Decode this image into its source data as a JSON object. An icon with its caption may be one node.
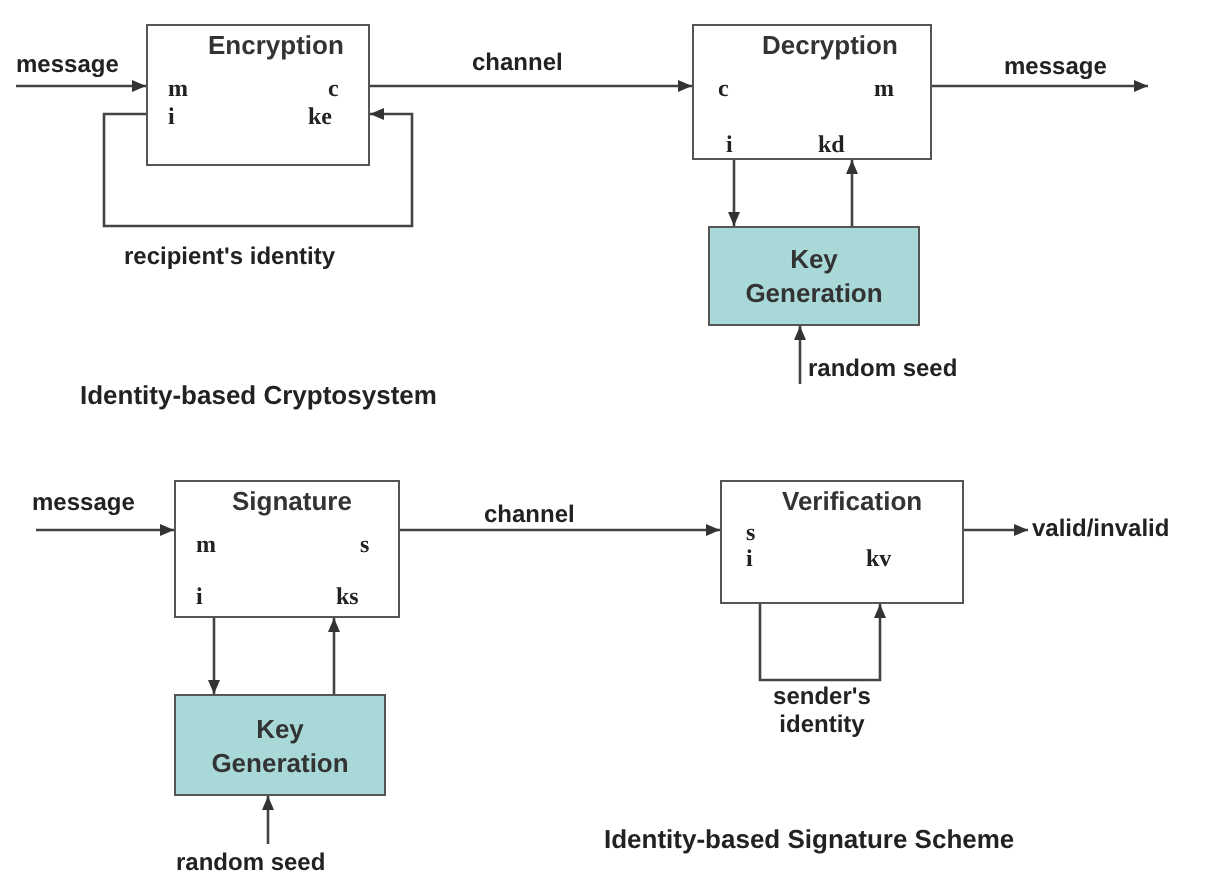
{
  "diagram": {
    "nodes": [
      {
        "text": [
          "Encryption",
          "m",
          "c",
          "i",
          "ke"
        ]
      },
      {
        "text": [
          "Decryption",
          "c",
          "m",
          "i",
          "kd"
        ]
      },
      {
        "text": [
          "Key Generation"
        ]
      },
      {
        "text": [
          "Signature",
          "m",
          "s",
          "i",
          "ks"
        ]
      },
      {
        "text": [
          "Verification",
          "s",
          "i",
          "kv"
        ]
      },
      {
        "text": [
          "Key Generation"
        ]
      }
    ],
    "edges": [
      {
        "from": null,
        "to": 0,
        "arrow": "to",
        "label": "message"
      },
      {
        "from": 0,
        "to": 0,
        "arrow": "to",
        "label": "recipient's identity"
      },
      {
        "from": 0,
        "to": 1,
        "arrow": "to",
        "label": "channel"
      },
      {
        "from": 1,
        "to": null,
        "arrow": "to",
        "label": "message"
      },
      {
        "from": 1,
        "to": 2,
        "arrow": "to"
      },
      {
        "from": 2,
        "to": 1,
        "arrow": "to"
      },
      {
        "from": null,
        "to": 2,
        "arrow": "to",
        "label": "random seed"
      },
      {
        "from": null,
        "to": 3,
        "arrow": "to",
        "label": "message"
      },
      {
        "from": 3,
        "to": 4,
        "arrow": "to",
        "label": "channel"
      },
      {
        "from": 4,
        "to": null,
        "arrow": "to",
        "label": "valid/invalid"
      },
      {
        "from": 4,
        "to": 4,
        "arrow": "to",
        "label": "sender's identity"
      },
      {
        "from": 3,
        "to": 5,
        "arrow": "to"
      },
      {
        "from": 5,
        "to": 3,
        "arrow": "to"
      },
      {
        "from": null,
        "to": 5,
        "arrow": "to",
        "label": "random seed"
      }
    ],
    "labels": [
      "Identity-based Cryptosystem",
      "Identity-based Signature Scheme"
    ]
  }
}
